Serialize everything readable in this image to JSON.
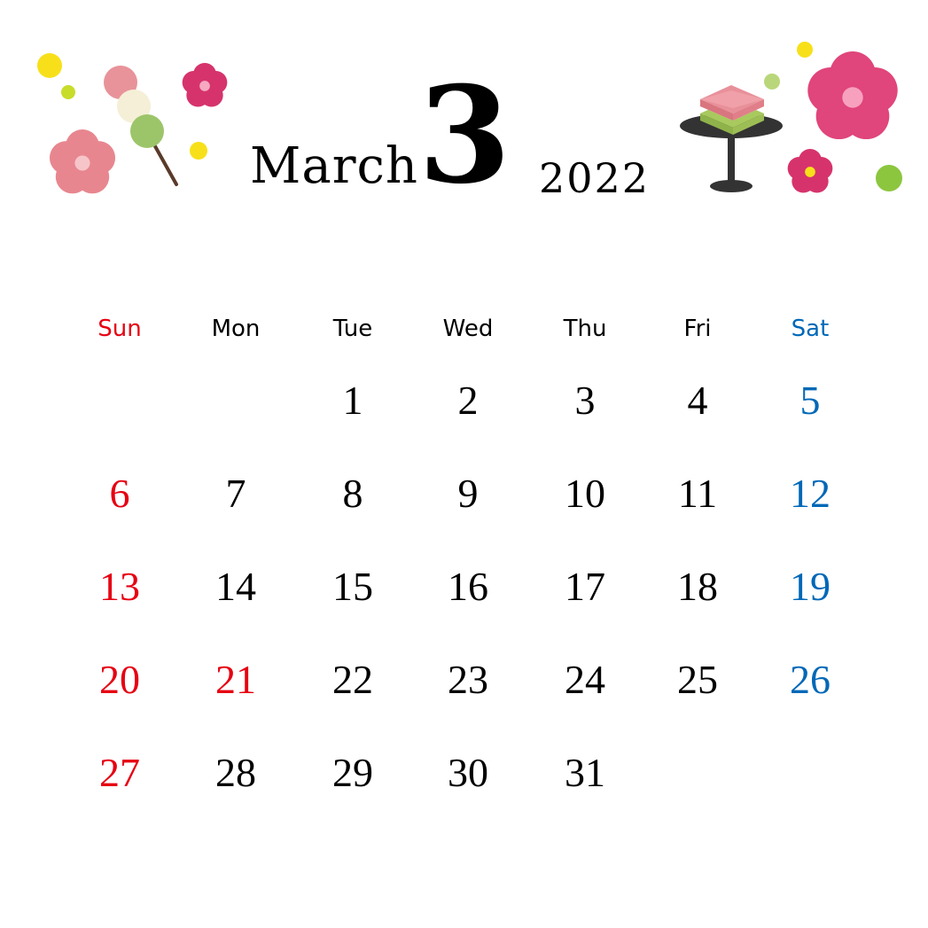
{
  "header": {
    "month_name": "March",
    "month_number": "3",
    "year": "2022"
  },
  "colors": {
    "sunday": "#e60012",
    "saturday": "#0068b7",
    "holiday": "#e60012",
    "weekday": "#000000"
  },
  "weekdays": [
    {
      "label": "Sun",
      "color": "#e60012"
    },
    {
      "label": "Mon",
      "color": "#000000"
    },
    {
      "label": "Tue",
      "color": "#000000"
    },
    {
      "label": "Wed",
      "color": "#000000"
    },
    {
      "label": "Thu",
      "color": "#000000"
    },
    {
      "label": "Fri",
      "color": "#000000"
    },
    {
      "label": "Sat",
      "color": "#0068b7"
    }
  ],
  "weeks": [
    [
      null,
      null,
      {
        "d": "1"
      },
      {
        "d": "2"
      },
      {
        "d": "3"
      },
      {
        "d": "4"
      },
      {
        "d": "5"
      }
    ],
    [
      {
        "d": "6"
      },
      {
        "d": "7"
      },
      {
        "d": "8"
      },
      {
        "d": "9"
      },
      {
        "d": "10"
      },
      {
        "d": "11"
      },
      {
        "d": "12"
      }
    ],
    [
      {
        "d": "13"
      },
      {
        "d": "14"
      },
      {
        "d": "15"
      },
      {
        "d": "16"
      },
      {
        "d": "17"
      },
      {
        "d": "18"
      },
      {
        "d": "19"
      }
    ],
    [
      {
        "d": "20"
      },
      {
        "d": "21",
        "holiday": true
      },
      {
        "d": "22"
      },
      {
        "d": "23"
      },
      {
        "d": "24"
      },
      {
        "d": "25"
      },
      {
        "d": "26"
      }
    ],
    [
      {
        "d": "27"
      },
      {
        "d": "28"
      },
      {
        "d": "29"
      },
      {
        "d": "30"
      },
      {
        "d": "31"
      },
      null,
      null
    ]
  ],
  "decorations": [
    "plum-blossom-icon",
    "hanami-dango-icon",
    "hishi-mochi-icon"
  ]
}
